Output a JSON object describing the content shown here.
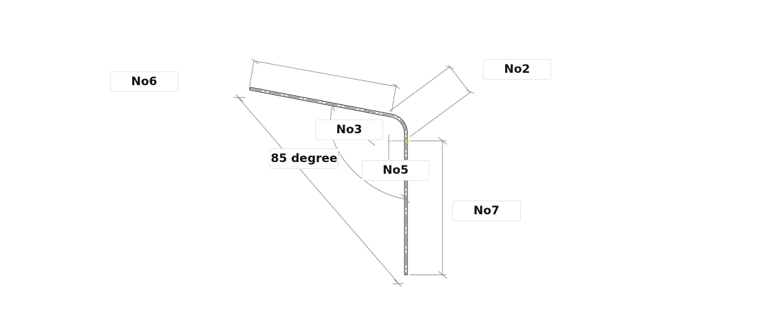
{
  "labels": {
    "no6": "No6",
    "no2": "No2",
    "no3": "No3",
    "angle": "85 degree",
    "no5": "No5",
    "no7": "No7"
  },
  "colors": {
    "profile": "#333333",
    "dimension": "#8a8a8a",
    "label_border": "#e6e6e6"
  }
}
